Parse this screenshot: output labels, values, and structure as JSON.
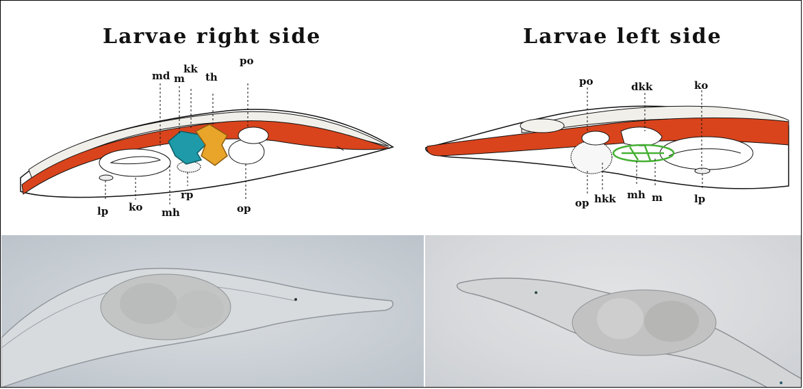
{
  "titles": {
    "right_side": "Larvae right side",
    "left_side": "Larvae left side"
  },
  "right_diagram_labels": {
    "md": "md",
    "m": "m",
    "kk": "kk",
    "th": "th",
    "po": "po",
    "lp": "lp",
    "ko": "ko",
    "mh": "mh",
    "rp": "rp",
    "op": "op"
  },
  "left_diagram_labels": {
    "po": "po",
    "dkk": "dkk",
    "ko": "ko",
    "op": "op",
    "hkk": "hkk",
    "mh": "mh",
    "m": "m",
    "lp": "lp"
  },
  "colors": {
    "muscle": "#d9441c",
    "kk_highlight": "#1e9aa8",
    "th_highlight": "#e8a52a",
    "mh_highlight": "#46b034",
    "photo_background": "#c9cfd5"
  }
}
